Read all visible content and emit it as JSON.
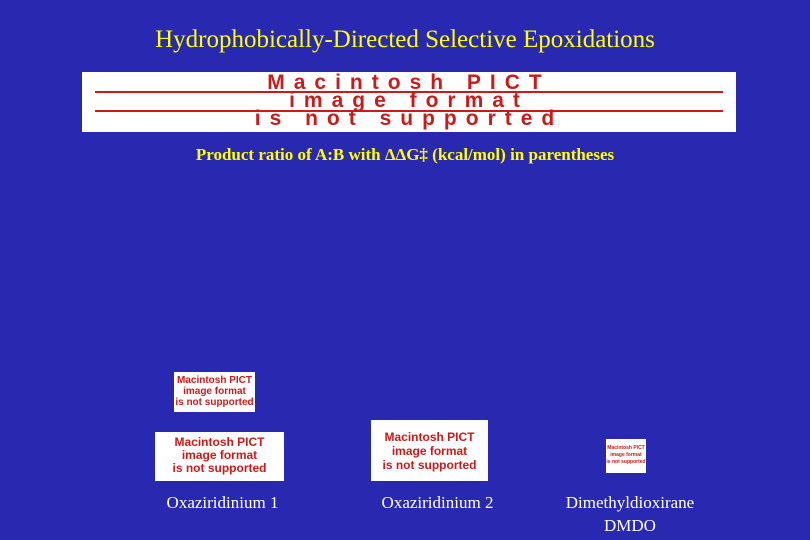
{
  "slide": {
    "title": "Hydrophobically-Directed Selective Epoxidations",
    "subtitle": "Product ratio of A:B with ΔΔG‡ (kcal/mol) in parentheses",
    "colors": {
      "background": "#2828b0",
      "title": "#ffff00",
      "label": "#ffffff",
      "pict_text": "#cc1a1a"
    }
  },
  "placeholders": {
    "line1": "Macintosh PICT",
    "line2": "image format",
    "line3": "is not supported"
  },
  "reagents": [
    {
      "name": "Oxaziridinium 1"
    },
    {
      "name": "Oxaziridinium 2"
    },
    {
      "name": "Dimethyldioxirane",
      "abbr": "DMDO"
    }
  ]
}
